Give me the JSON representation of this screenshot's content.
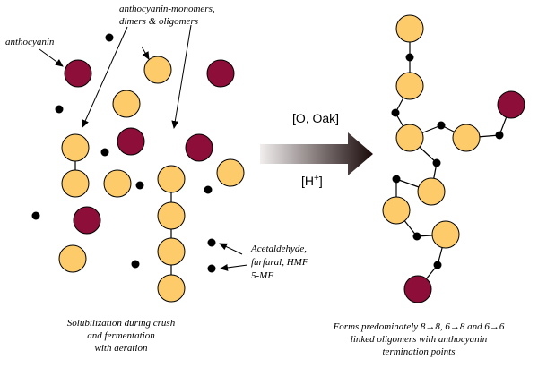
{
  "labels": {
    "anthocyanin": "anthocyanin",
    "oligomers_line1": "anthocyanin-monomers,",
    "oligomers_line2": "dimers & oligomers",
    "aldehyde_line1": "Acetaldehyde,",
    "aldehyde_line2": "furfural, HMF",
    "aldehyde_line3": "5-MF",
    "arrow_top": "[O, Oak]",
    "arrow_bottom": "[H",
    "arrow_bottom_sup": "+",
    "arrow_bottom_end": "]",
    "caption_left_1": "Solubilization during crush",
    "caption_left_2": "and fermentation",
    "caption_left_3": "with aeration",
    "caption_right_1": "Forms predominately 8→8, 6→8 and 6→6",
    "caption_right_2": "linked oligomers with anthocyanin",
    "caption_right_3": "termination points"
  },
  "colors": {
    "flavanol": "#FDCB6A",
    "anthocyanin": "#8E0E3A",
    "aldehyde": "#000000",
    "gradient_start": "#F2EEEE",
    "gradient_end": "#1A0A0A"
  }
}
